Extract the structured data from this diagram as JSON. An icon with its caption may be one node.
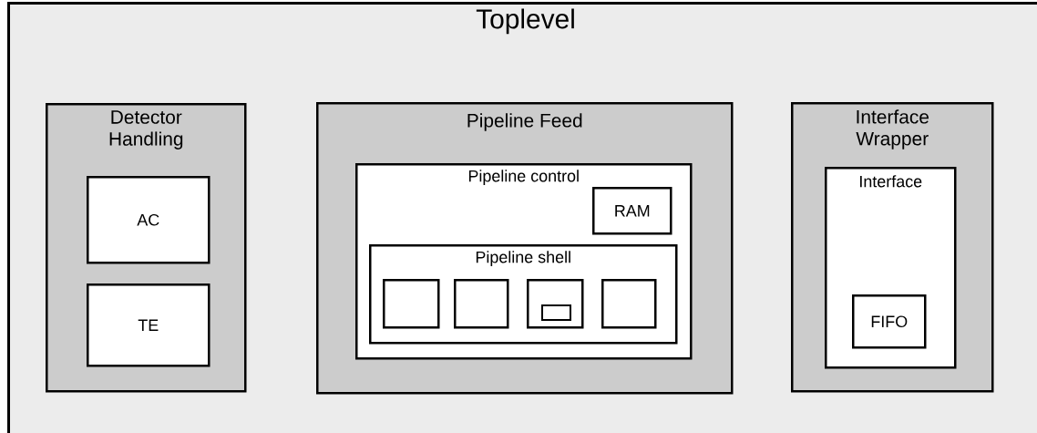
{
  "diagram": {
    "nodes": [
      {
        "text": [
          "Toplevel"
        ]
      },
      {
        "text": [
          "Detector Handling"
        ],
        "in": 0
      },
      {
        "text": [
          "AC"
        ],
        "in": 1
      },
      {
        "text": [
          "TE"
        ],
        "in": 1
      },
      {
        "text": [
          "Pipeline Feed"
        ],
        "in": 0
      },
      {
        "text": [
          "Pipeline control"
        ],
        "in": 4
      },
      {
        "text": [
          "RAM"
        ],
        "in": 5
      },
      {
        "text": [
          "Pipeline shell"
        ],
        "in": 5
      },
      {
        "text": [],
        "shape": "box",
        "in": 7
      },
      {
        "text": [],
        "shape": "box",
        "in": 7
      },
      {
        "text": [],
        "shape": "box",
        "in": 7
      },
      {
        "text": [],
        "shape": "box",
        "in": 7
      },
      {
        "text": [],
        "shape": "box",
        "in": 10
      },
      {
        "text": [
          "Interface Wrapper"
        ],
        "in": 0
      },
      {
        "text": [
          "Interface"
        ],
        "in": 13
      },
      {
        "text": [
          "FIFO"
        ],
        "in": 14
      }
    ]
  }
}
